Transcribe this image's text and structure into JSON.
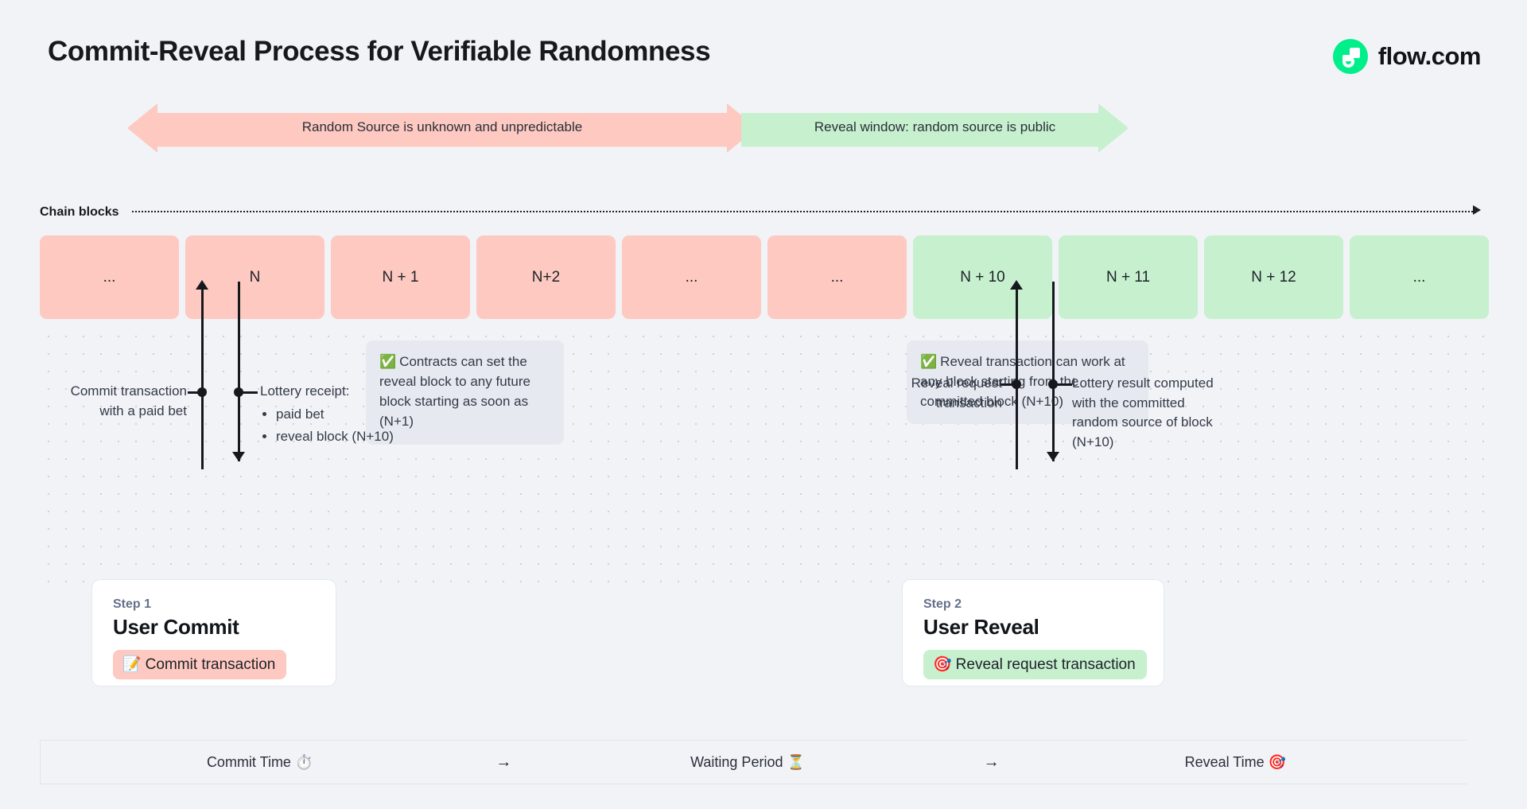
{
  "header": {
    "title": "Commit-Reveal Process for Verifiable Randomness",
    "brand_name": "flow.com",
    "brand_color": "#00ef8b"
  },
  "banners": {
    "unknown": "Random Source is unknown and unpredictable",
    "reveal": "Reveal window: random source is public",
    "unknown_color": "#fdc9c0",
    "reveal_color": "#c7f0ce"
  },
  "chain": {
    "label": "Chain blocks",
    "blocks": [
      {
        "label": "...",
        "state": "pink"
      },
      {
        "label": "N",
        "state": "pink"
      },
      {
        "label": "N + 1",
        "state": "pink"
      },
      {
        "label": "N+2",
        "state": "pink"
      },
      {
        "label": "...",
        "state": "pink"
      },
      {
        "label": "...",
        "state": "pink"
      },
      {
        "label": "N + 10",
        "state": "green"
      },
      {
        "label": "N + 11",
        "state": "green"
      },
      {
        "label": "N + 12",
        "state": "green"
      },
      {
        "label": "...",
        "state": "green"
      }
    ]
  },
  "callouts": {
    "left": {
      "icon": "✅",
      "text": "Contracts can set the reveal block to any future block starting as soon as (N+1)"
    },
    "right": {
      "icon": "✅",
      "text": "Reveal transaction can work at any block starting from the committed block (N+10)"
    }
  },
  "annotations": {
    "commit_tx": "Commit transaction with a paid bet",
    "lottery_receipt_title": "Lottery receipt:",
    "lottery_receipt_items": [
      "paid bet",
      "reveal block (N+10)"
    ],
    "reveal_request": "Reveal request transaction",
    "lottery_result": "Lottery result computed with the committed random source of block (N+10)"
  },
  "steps": [
    {
      "eyebrow": "Step 1",
      "title": "User Commit",
      "pill_icon": "📝",
      "pill_label": "Commit transaction",
      "pill_color": "#fdc9c0"
    },
    {
      "eyebrow": "Step 2",
      "title": "User Reveal",
      "pill_icon": "🎯",
      "pill_label": "Reveal request transaction",
      "pill_color": "#c7f0ce"
    }
  ],
  "timeline": {
    "segments": [
      {
        "label": "Commit Time",
        "icon": "⏱️"
      },
      {
        "label": "Waiting Period",
        "icon": "⏳"
      },
      {
        "label": "Reveal Time",
        "icon": "🎯"
      }
    ],
    "separator": "→"
  }
}
